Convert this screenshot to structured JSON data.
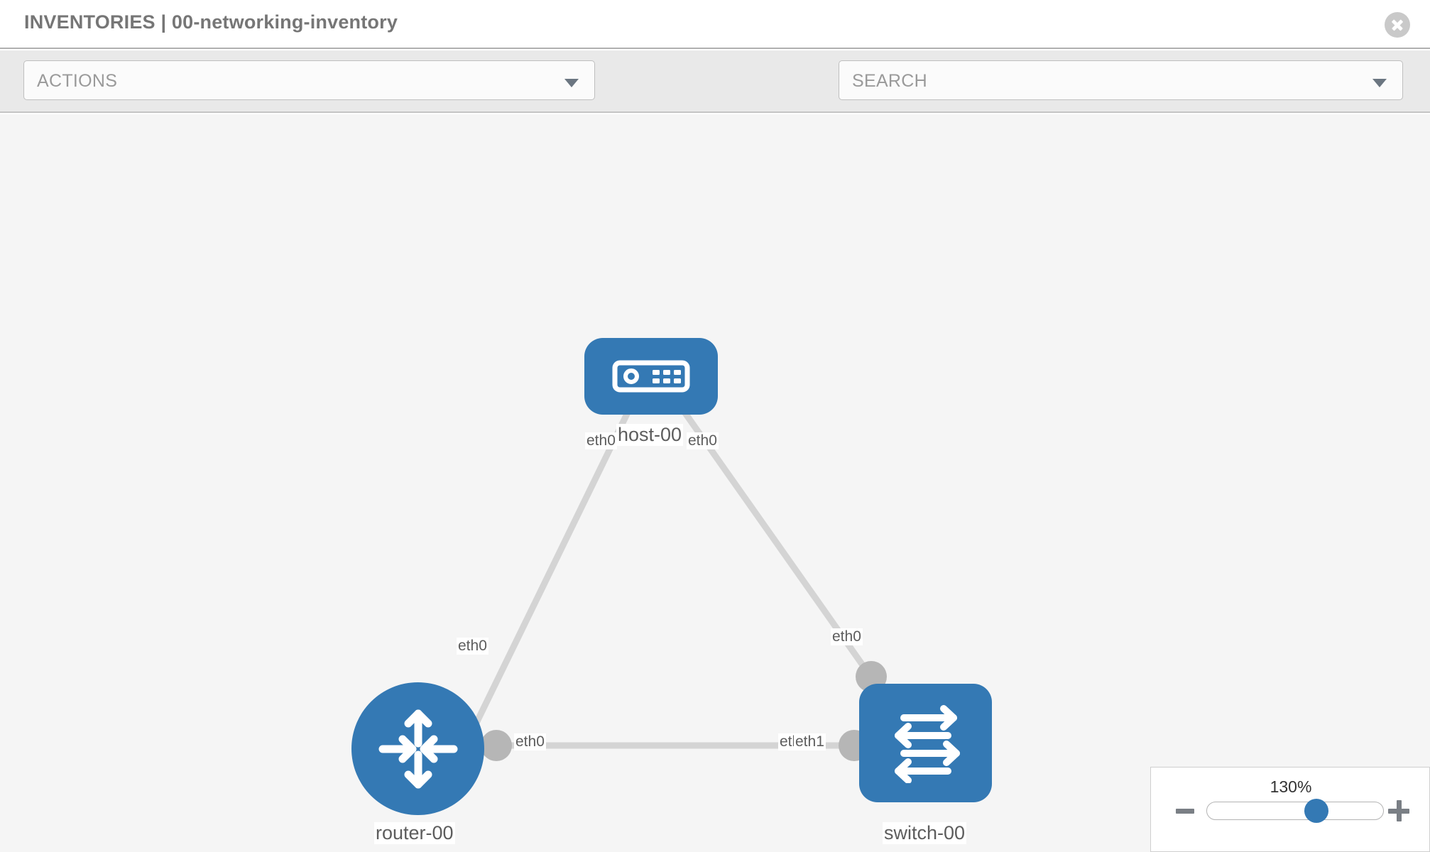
{
  "header": {
    "title": "INVENTORIES | 00-networking-inventory",
    "close_icon": "close-circle-icon"
  },
  "toolbar": {
    "actions": {
      "label": "ACTIONS",
      "caret_icon": "chevron-down-icon"
    },
    "search": {
      "placeholder": "SEARCH",
      "label": "SEARCH",
      "caret_icon": "chevron-down-icon"
    },
    "wrench_icon": "wrench-icon",
    "key_icon": "key-icon"
  },
  "topology": {
    "node_color": "#3479b4",
    "link_color": "#d4d4d4",
    "handle_color": "#b6b6b6",
    "canvas_background": "#f5f5f5",
    "nodes": [
      {
        "id": "host-00",
        "label": "host-00",
        "type": "host",
        "icon": "server-icon"
      },
      {
        "id": "router-00",
        "label": "router-00",
        "type": "router",
        "icon": "router-arrows-icon"
      },
      {
        "id": "switch-00",
        "label": "switch-00",
        "type": "switch",
        "icon": "switch-arrows-icon"
      }
    ],
    "interfaces": {
      "host_left": "eth0",
      "host_right": "eth0",
      "router_uplink": "eth0",
      "switch_uplink": "eth0",
      "router_to_switch": "eth0",
      "switch_to_router_a": "eth0",
      "switch_to_router_b": "eth1"
    }
  },
  "zoom_control": {
    "value_label": "130%",
    "percent": 130,
    "minus_icon": "minus-icon",
    "plus_icon": "plus-icon",
    "thumb_position_pct": 62
  }
}
